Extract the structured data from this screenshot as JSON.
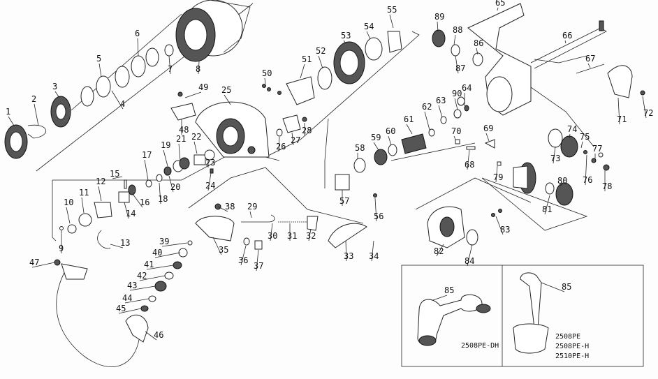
{
  "part_numbers": [
    "1",
    "2",
    "3",
    "4",
    "5",
    "6",
    "7",
    "8",
    "9",
    "10",
    "11",
    "12",
    "13",
    "14",
    "15",
    "16",
    "17",
    "18",
    "19",
    "20",
    "21",
    "22",
    "23",
    "24",
    "25",
    "26",
    "27",
    "28",
    "29",
    "30",
    "31",
    "32",
    "33",
    "34",
    "35",
    "36",
    "37",
    "38",
    "39",
    "40",
    "41",
    "42",
    "43",
    "44",
    "45",
    "46",
    "47",
    "48",
    "49",
    "50",
    "51",
    "52",
    "53",
    "54",
    "55",
    "56",
    "57",
    "58",
    "59",
    "60",
    "61",
    "62",
    "63",
    "64",
    "65",
    "66",
    "67",
    "68",
    "69",
    "70",
    "71",
    "72",
    "73",
    "74",
    "75",
    "76",
    "77",
    "78",
    "79",
    "80",
    "81",
    "82",
    "83",
    "84",
    "85",
    "86",
    "87",
    "88",
    "89",
    "90"
  ],
  "handle_box": {
    "left_part": "85",
    "right_part": "85",
    "left_model": "2508PE-DH",
    "right_models": [
      "2508PE",
      "2508PE-H",
      "2510PE-H"
    ]
  }
}
